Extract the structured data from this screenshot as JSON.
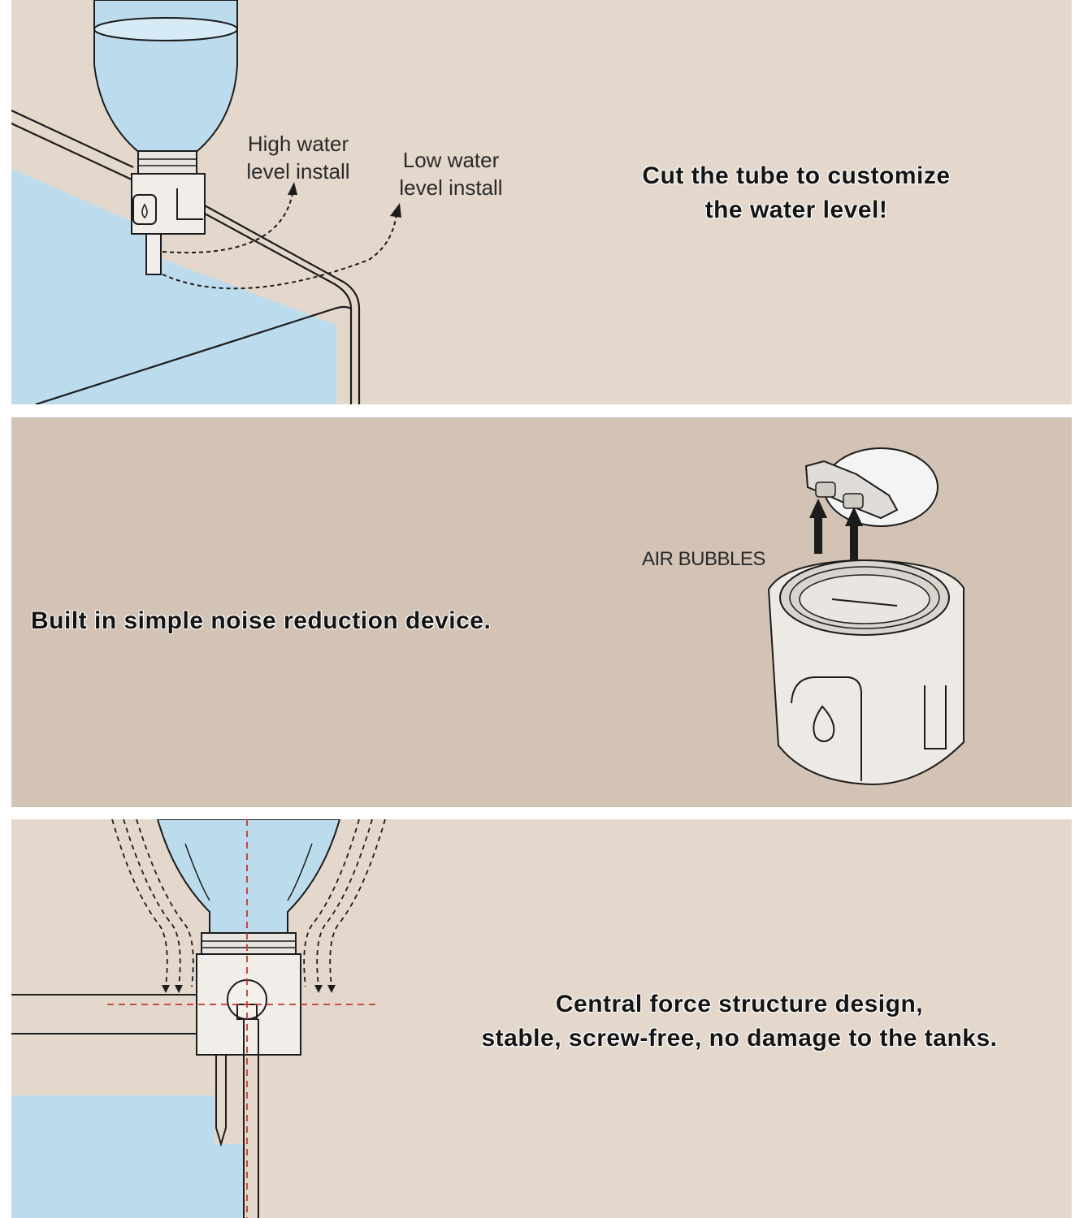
{
  "panel_top": {
    "headline_line1": "Cut the tube to customize",
    "headline_line2": "the water level!",
    "label_high_line1": "High water",
    "label_high_line2": "level install",
    "label_low_line1": "Low water",
    "label_low_line2": "level install"
  },
  "panel_middle": {
    "headline": "Built in simple noise reduction device.",
    "label_air": "AIR BUBBLES"
  },
  "panel_bottom": {
    "headline_line1": "Central force structure design,",
    "headline_line2": "stable, screw-free, no damage to the tanks."
  },
  "colors": {
    "light_panel": "#e4d8cc",
    "dark_panel": "#d2c3b5",
    "water": "#bcdcee",
    "outline": "#1c1c1c"
  }
}
